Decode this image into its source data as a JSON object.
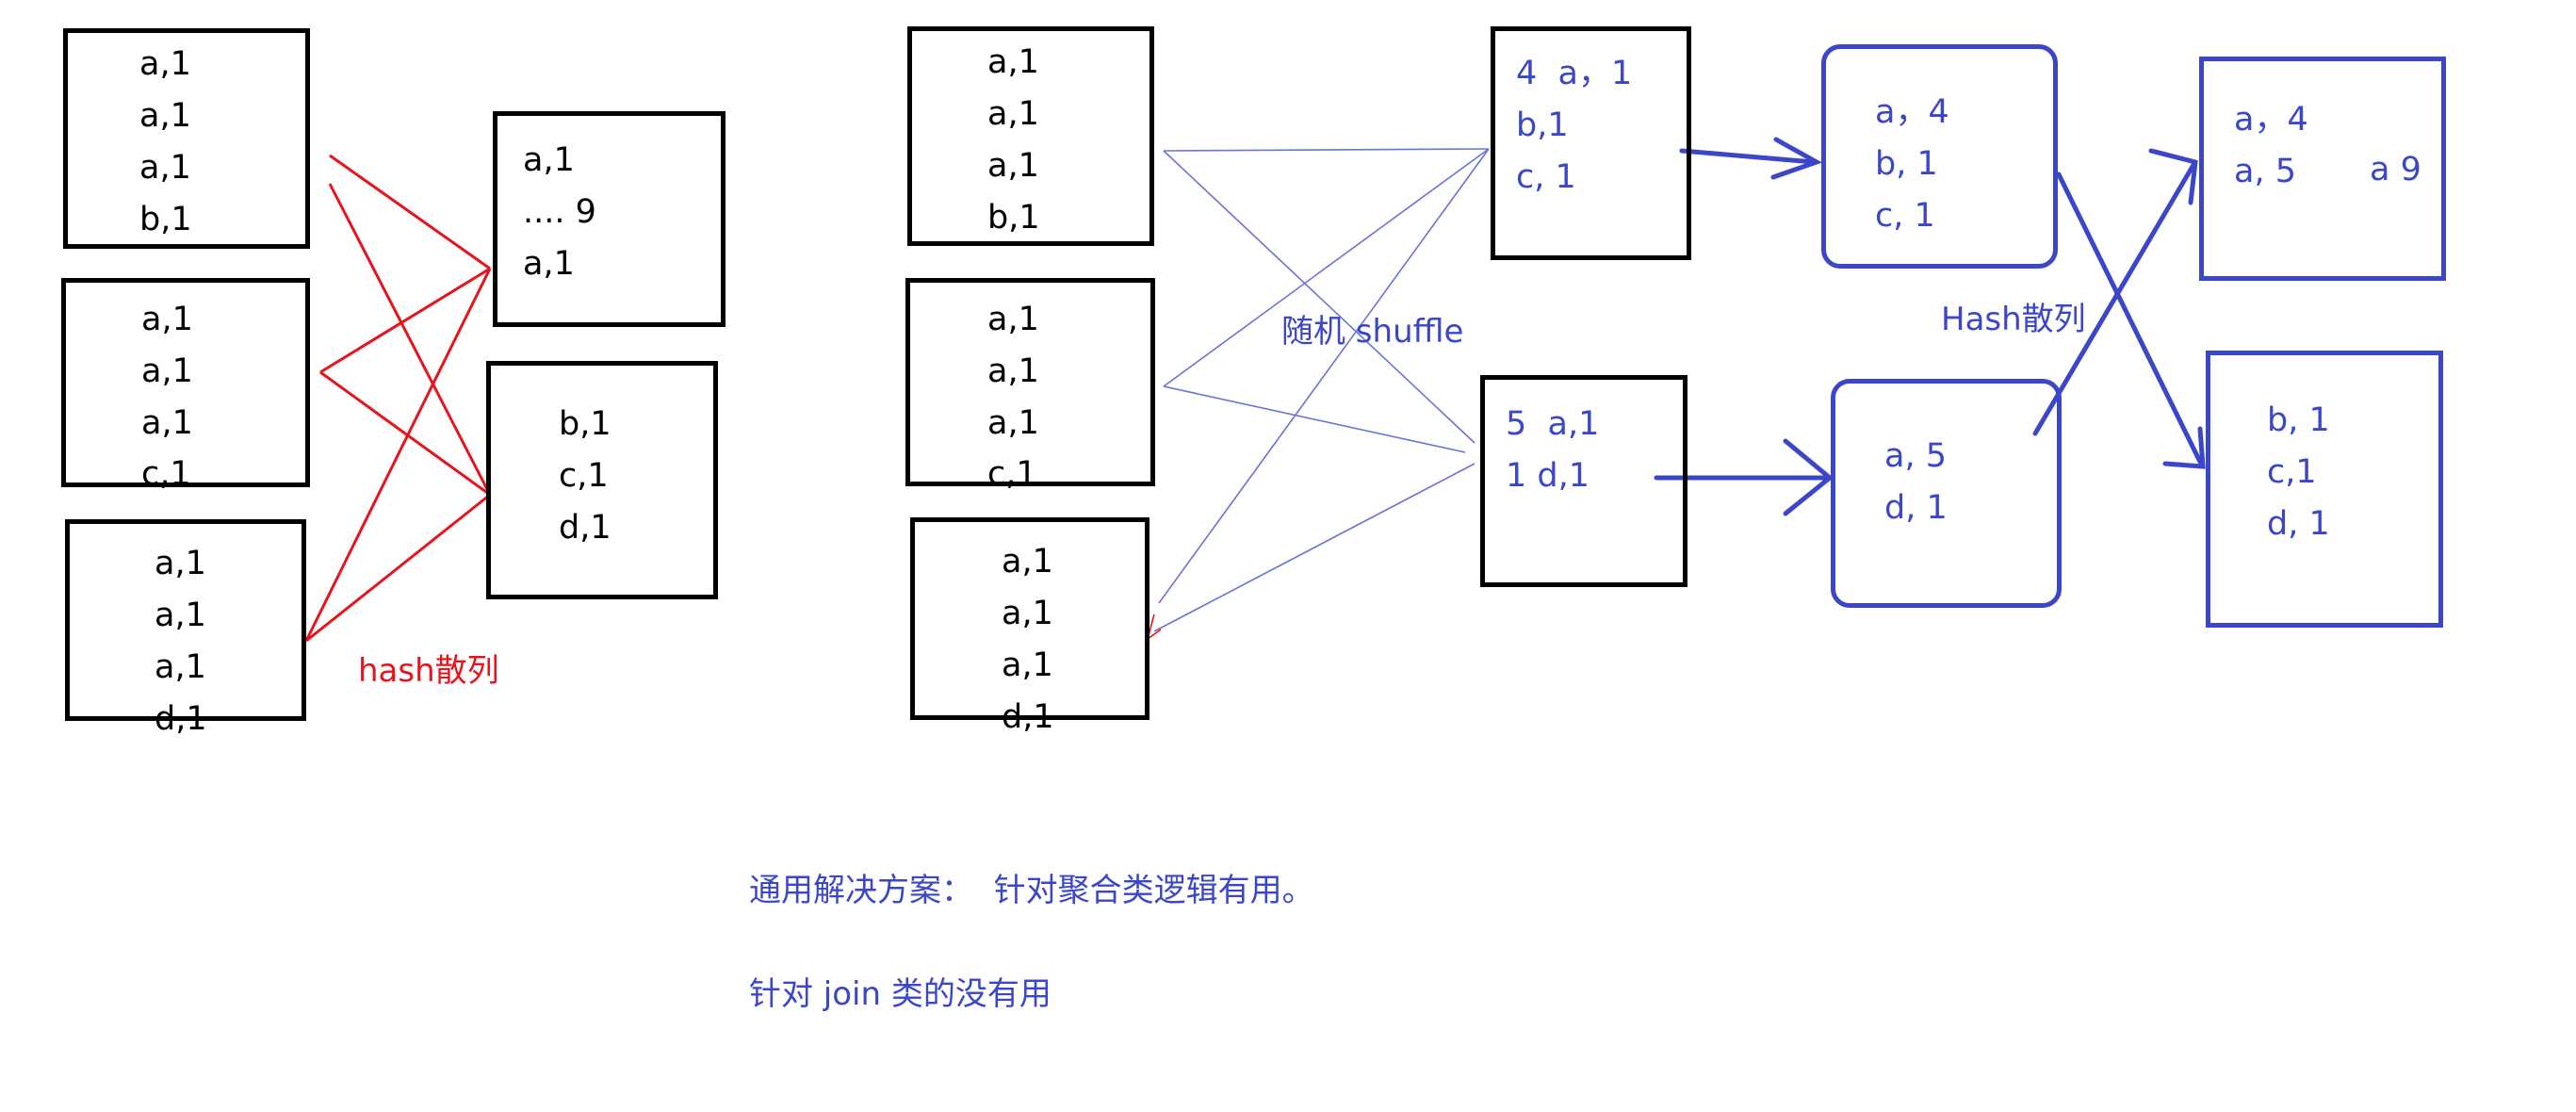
{
  "left_diagram": {
    "inputs": [
      {
        "lines": [
          "a,1",
          "a,1",
          "a,1",
          "b,1"
        ]
      },
      {
        "lines": [
          "a,1",
          "a,1",
          "a,1",
          "c,1"
        ]
      },
      {
        "lines": [
          "a,1",
          "a,1",
          "a,1",
          "d,1"
        ]
      }
    ],
    "outputs": [
      {
        "lines": [
          "a,1",
          ".... 9",
          "a,1"
        ]
      },
      {
        "lines": [
          "b,1",
          "c,1",
          "d,1"
        ]
      }
    ],
    "edge_label": "hash散列"
  },
  "right_diagram": {
    "inputs": [
      {
        "lines": [
          "a,1",
          "a,1",
          "a,1",
          "b,1"
        ]
      },
      {
        "lines": [
          "a,1",
          "a,1",
          "a,1",
          "c,1"
        ]
      },
      {
        "lines": [
          "a,1",
          "a,1",
          "a,1",
          "d,1"
        ]
      }
    ],
    "shuffle_label": "随机 shuffle",
    "stage1": [
      {
        "lines": [
          "4  a，1",
          "b,1",
          "c, 1"
        ]
      },
      {
        "lines": [
          "5  a,1",
          "1 d,1"
        ]
      }
    ],
    "stage2": [
      {
        "lines": [
          "a，4",
          "b, 1",
          "c, 1"
        ]
      },
      {
        "lines": [
          "a, 5",
          "d, 1"
        ]
      }
    ],
    "hash_label": "Hash散列",
    "stage3": [
      {
        "lines": [
          "a，4",
          "a, 5"
        ],
        "total": "a 9"
      },
      {
        "lines": [
          "b, 1",
          "c,1",
          "d, 1"
        ]
      }
    ]
  },
  "notes": {
    "line1": "通用解决方案：  针对聚合类逻辑有用。",
    "line2": "针对 join 类的没有用"
  },
  "colors": {
    "black": "#000000",
    "red": "#e8141c",
    "blue": "#3b46c9",
    "light_blue": "#6a73d8"
  }
}
